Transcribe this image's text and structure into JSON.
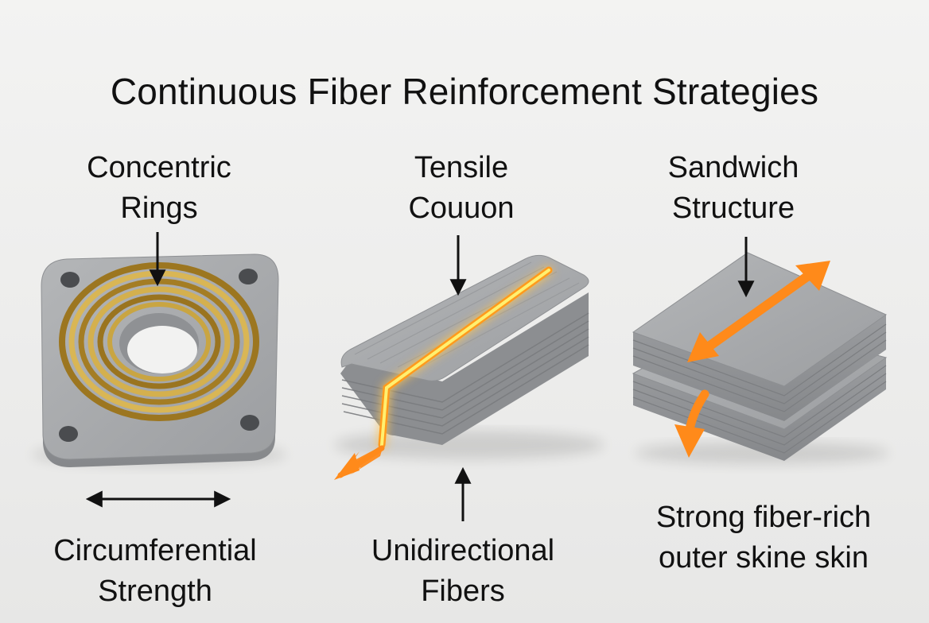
{
  "title": "Continuous Fiber Reinforcement Strategies",
  "panels": [
    {
      "top_label": [
        "Concentric",
        "Rings"
      ],
      "bottom_label": [
        "Circumferential",
        "Strength"
      ]
    },
    {
      "top_label": [
        "Tensile",
        "Couuon"
      ],
      "bottom_label": [
        "Unidirectional",
        "Fibers"
      ]
    },
    {
      "top_label": [
        "Sandwich",
        "Structure"
      ],
      "bottom_label": [
        "Strong fiber-rich",
        "outer skine skin"
      ]
    }
  ],
  "colors": {
    "part_gray": "#a9abad",
    "fiber_gold": "#b8902e",
    "fiber_orange": "#ff8a1a"
  }
}
